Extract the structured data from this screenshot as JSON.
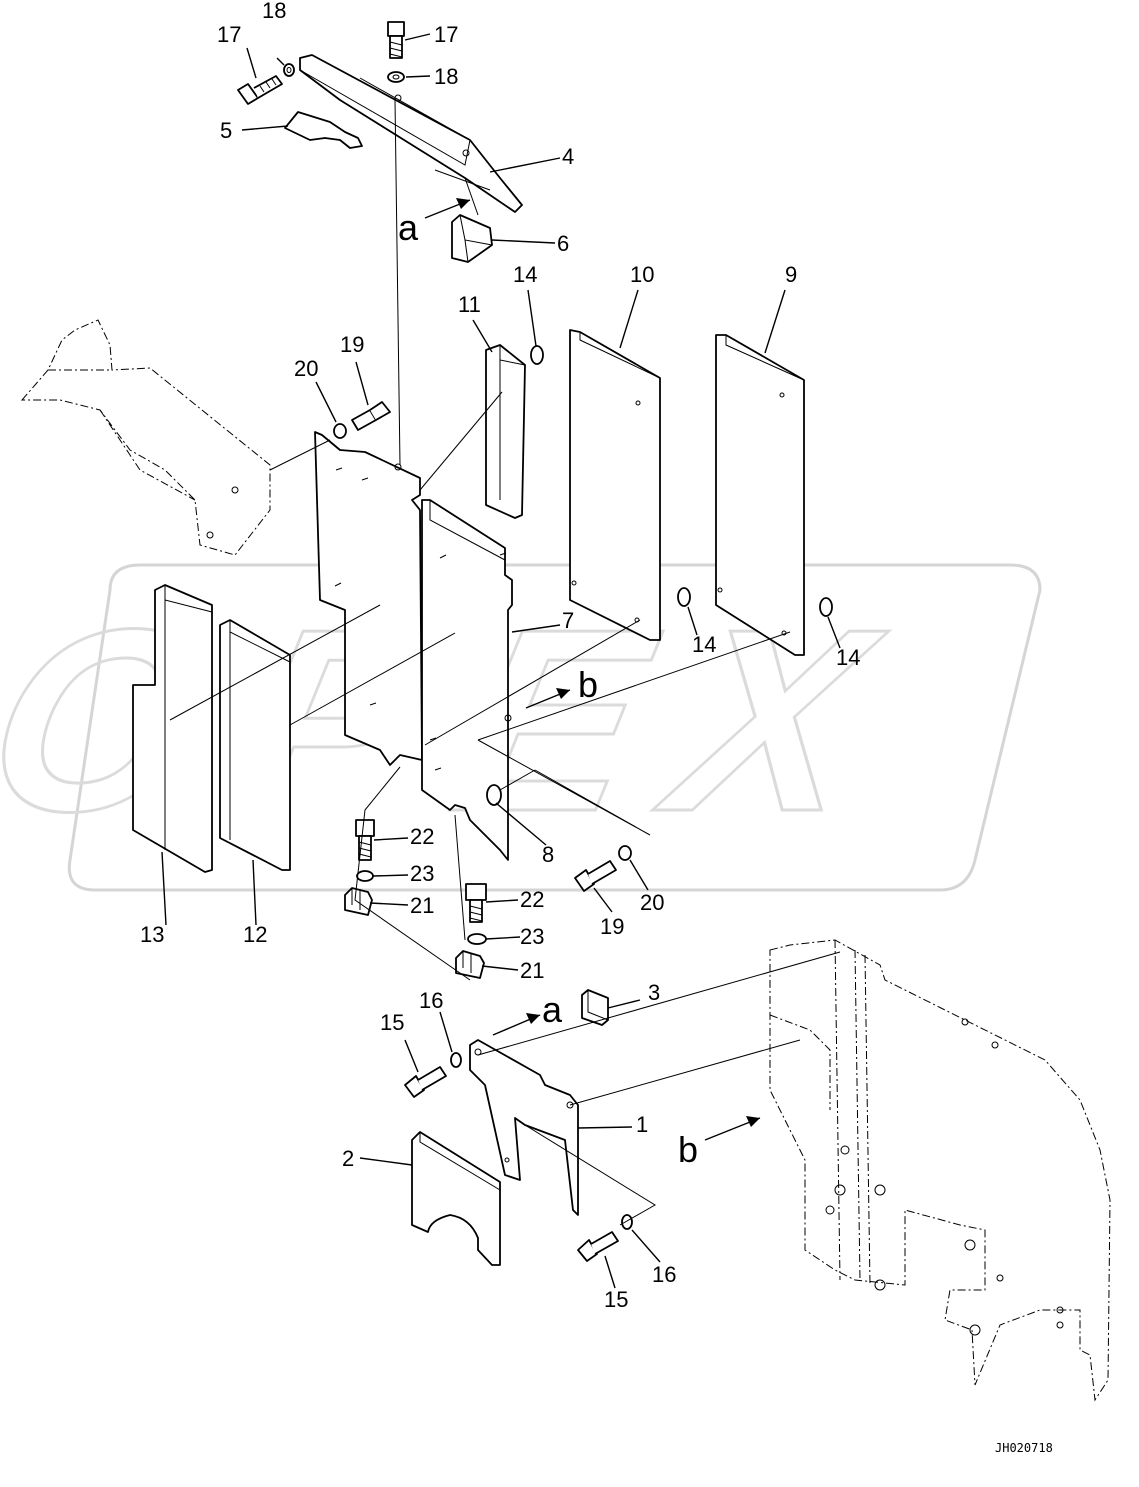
{
  "watermark": "OPEX",
  "drawing_code": "JH020718",
  "callouts": {
    "c1": "1",
    "c2": "2",
    "c3": "3",
    "c4": "4",
    "c5": "5",
    "c6": "6",
    "c7": "7",
    "c8": "8",
    "c9": "9",
    "c10": "10",
    "c11": "11",
    "c12": "12",
    "c13": "13",
    "c14a": "14",
    "c14b": "14",
    "c14c": "14",
    "c15a": "15",
    "c15b": "15",
    "c16a": "16",
    "c16b": "16",
    "c17a": "17",
    "c17b": "17",
    "c18a": "18",
    "c18b": "18",
    "c19a": "19",
    "c19b": "19",
    "c20a": "20",
    "c20b": "20",
    "c21a": "21",
    "c21b": "21",
    "c22a": "22",
    "c22b": "22",
    "c23a": "23",
    "c23b": "23"
  },
  "view_refs": {
    "a_top": "a",
    "a_bottom": "a",
    "b_top": "b",
    "b_bottom": "b"
  }
}
